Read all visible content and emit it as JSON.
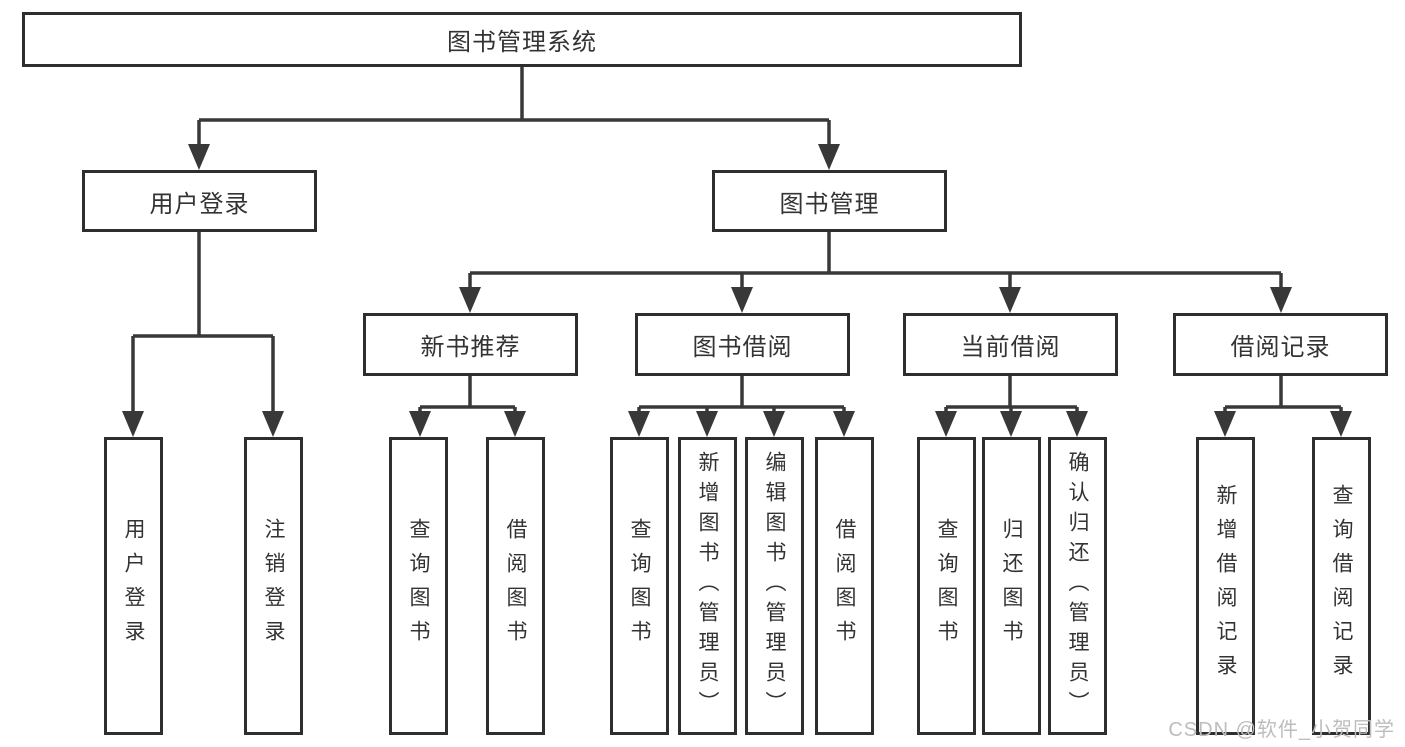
{
  "diagram": {
    "root": {
      "label": "图书管理系统"
    },
    "level2": [
      {
        "label": "用户登录",
        "children": [
          {
            "label": "用户登录"
          },
          {
            "label": "注销登录"
          }
        ]
      },
      {
        "label": "图书管理"
      }
    ],
    "level3": [
      {
        "label": "新书推荐",
        "children": [
          {
            "label": "查询图书"
          },
          {
            "label": "借阅图书"
          }
        ]
      },
      {
        "label": "图书借阅",
        "children": [
          {
            "label": "查询图书"
          },
          {
            "label": "新增图书（管理员）"
          },
          {
            "label": "编辑图书（管理员）"
          },
          {
            "label": "借阅图书"
          }
        ]
      },
      {
        "label": "当前借阅",
        "children": [
          {
            "label": "查询图书"
          },
          {
            "label": "归还图书"
          },
          {
            "label": "确认归还（管理员）"
          }
        ]
      },
      {
        "label": "借阅记录",
        "children": [
          {
            "label": "新增借阅记录"
          },
          {
            "label": "查询借阅记录"
          }
        ]
      }
    ]
  },
  "watermark": {
    "text": "CSDN @软件_小贺同学"
  },
  "colors": {
    "line": "#383838",
    "border": "#2e2e2e",
    "text": "#333333",
    "watermark": "#bdbdbd",
    "background": "#ffffff"
  }
}
